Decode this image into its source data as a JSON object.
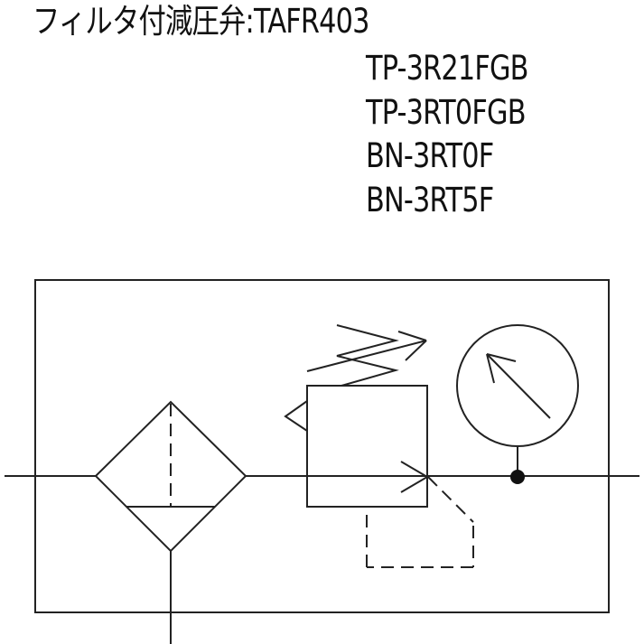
{
  "title": {
    "label": "フィルタ付減圧弁",
    "separator": ":",
    "model": "TAFR403"
  },
  "models": [
    "TP-3R21FGB",
    "TP-3RT0FGB",
    "BN-3RT0F",
    "BN-3RT5F"
  ],
  "diagram": {
    "type": "pneumatic-symbol",
    "components": [
      "filter-with-drain",
      "pressure-regulator-with-relief",
      "pressure-gauge"
    ],
    "stroke_color": "#222222"
  }
}
